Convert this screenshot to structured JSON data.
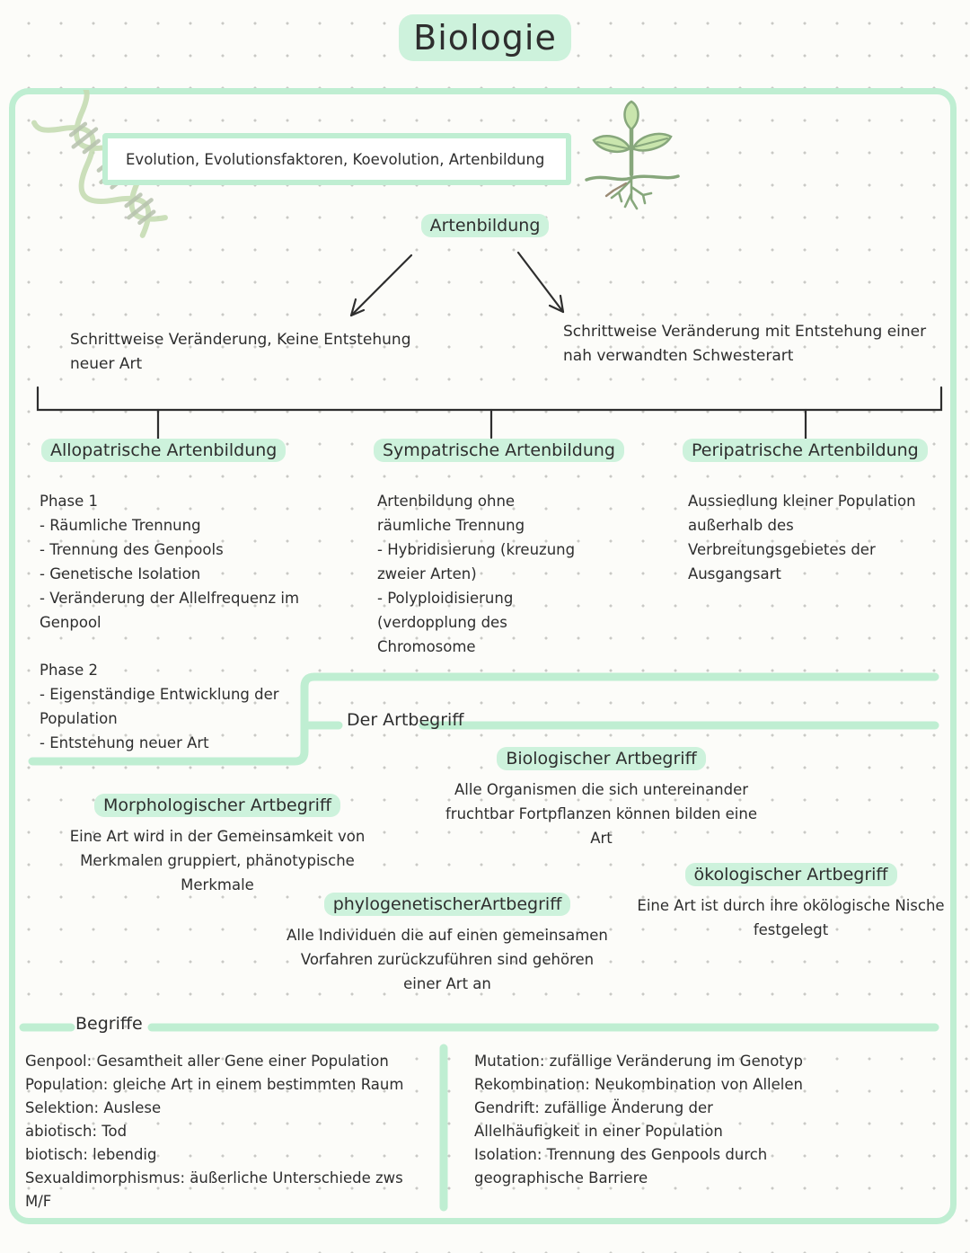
{
  "theme": {
    "ink": "#2e2e2e",
    "mint": "#bfeed2",
    "hl": "#cdf2dc",
    "paper": "#fcfcf9",
    "dot": "#c9c9c5"
  },
  "title": "Biologie",
  "header": {
    "topic": "Evolution, Evolutionsfaktoren, Koevolution, Artenbildung",
    "icons": [
      "dna-helix-icon",
      "seedling-icon"
    ]
  },
  "diagram": {
    "root": "Artenbildung",
    "left_branch": "Schrittweise Veränderung, Keine Entstehung\nneuer Art",
    "right_branch": "Schrittweise Veränderung mit Entstehung einer\nnah verwandten Schwesterart",
    "columns": [
      {
        "heading": "Allopatrische Artenbildung",
        "phase1": "Phase 1\n- Räumliche Trennung\n- Trennung des Genpools\n- Genetische Isolation\n- Veränderung der Allelfrequenz im\nGenpool",
        "phase2": "Phase 2\n- Eigenständige Entwicklung der\nPopulation\n- Entstehung neuer Art"
      },
      {
        "heading": "Sympatrische Artenbildung",
        "body": "Artenbildung ohne\nräumliche Trennung\n- Hybridisierung (kreuzung\nzweier Arten)\n- Polyploidisierung\n(verdopplung des\nChromosome"
      },
      {
        "heading": "Peripatrische Artenbildung",
        "body": "Aussiedlung kleiner Population\naußerhalb des\nVerbreitungsgebietes der\nAusgangsart"
      }
    ]
  },
  "artbegriff": {
    "section_label": "Der Artbegriff",
    "cards": [
      {
        "heading": "Biologischer Artbegriff",
        "body": "Alle Organismen die sich untereinander\nfruchtbar Fortpflanzen können bilden eine\nArt"
      },
      {
        "heading": "Morphologischer Artbegriff",
        "body": "Eine Art wird in der Gemeinsamkeit von\nMerkmalen gruppiert, phänotypische\nMerkmale"
      },
      {
        "heading": "phylogenetischerArtbegriff",
        "body": "Alle Individuen die auf einen gemeinsamen\nVorfahren zurückzuführen sind gehören\neiner Art an"
      },
      {
        "heading": "ökologischer Artbegriff",
        "body": "Eine Art ist durch ihre okölogische Nische\nfestgelegt"
      }
    ]
  },
  "begriffe": {
    "section_label": "Begriffe",
    "left_column": "Genpool: Gesamtheit aller Gene einer Population\nPopulation: gleiche Art in einem bestimmten Raum\nSelektion: Auslese\nabiotisch: Tod\nbiotisch: lebendig\nSexualdimorphismus: äußerliche Unterschiede zws\nM/F",
    "right_column": "Mutation: zufällige Veränderung im Genotyp\nRekombination: Neukombination von Allelen\nGendrift: zufällige Änderung der\nAllelhäufigkeit in einer Population\nIsolation: Trennung des Genpools durch\ngeographische Barriere"
  }
}
